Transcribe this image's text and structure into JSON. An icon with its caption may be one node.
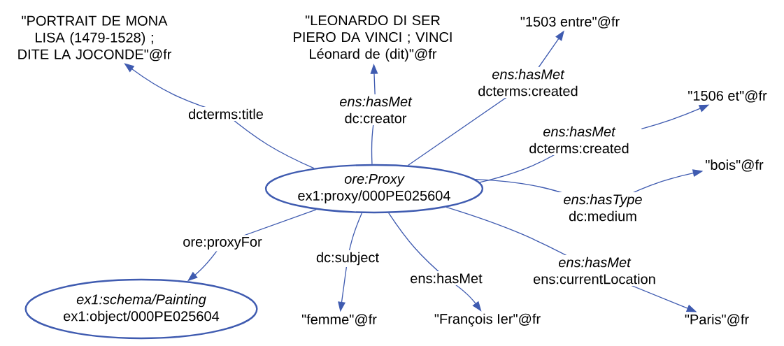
{
  "diagram": {
    "nodes": [
      {
        "text": [
          "\"PORTRAIT DE MONA LISA (1479-1528) ; DITE LA JOCONDE\"@fr"
        ]
      },
      {
        "text": [
          "\"LEONARDO DI SER PIERO DA VINCI ; VINCI Léonard de (dit)\"@fr"
        ]
      },
      {
        "text": [
          "\"1503 entre\"@fr"
        ]
      },
      {
        "text": [
          "\"1506 et\"@fr"
        ]
      },
      {
        "text": [
          "\"bois\"@fr"
        ]
      },
      {
        "text": [
          "ore:Proxy",
          "ex1:proxy/000PE025604"
        ]
      },
      {
        "text": [
          "ex1:schema/Painting",
          "ex1:object/000PE025604"
        ]
      },
      {
        "text": [
          "\"femme\"@fr"
        ]
      },
      {
        "text": [
          "\"François Ier\"@fr"
        ]
      },
      {
        "text": [
          "\"Paris\"@fr"
        ]
      }
    ],
    "edges": [
      {
        "from": 5,
        "to": 0,
        "arrow": "to",
        "label": "dcterms:title"
      },
      {
        "from": 5,
        "to": 1,
        "arrow": "to",
        "label": "*ens:hasMet* dc:creator"
      },
      {
        "from": 5,
        "to": 2,
        "arrow": "to",
        "label": "*ens:hasMet* dcterms:created"
      },
      {
        "from": 5,
        "to": 3,
        "arrow": "to",
        "label": "*ens:hasMet* dcterms:created"
      },
      {
        "from": 5,
        "to": 4,
        "arrow": "to",
        "label": "*ens:hasType* dc:medium"
      },
      {
        "from": 5,
        "to": 9,
        "arrow": "to",
        "label": "*ens:hasMet* ens:currentLocation"
      },
      {
        "from": 5,
        "to": 8,
        "arrow": "to",
        "label": "ens:hasMet"
      },
      {
        "from": 5,
        "to": 7,
        "arrow": "to",
        "label": "dc:subject"
      },
      {
        "from": 5,
        "to": 6,
        "arrow": "to",
        "label": "ore:proxyFor"
      }
    ]
  }
}
